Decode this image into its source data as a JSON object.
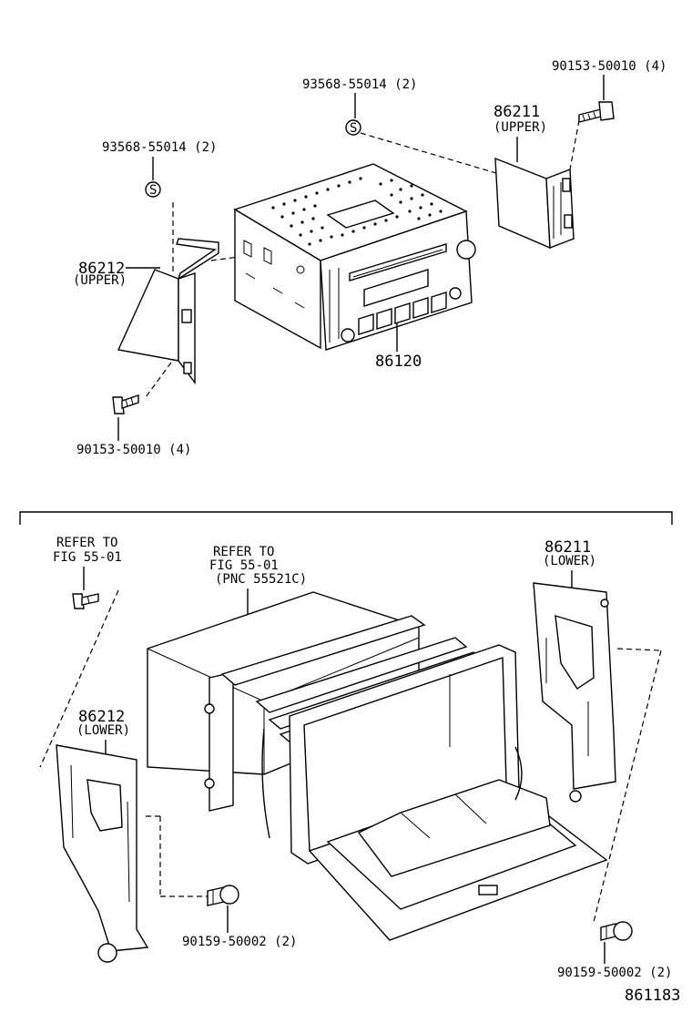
{
  "labels": {
    "bolt_upper_right": "90153-50010 (4)",
    "clip_upper_mid": "93568-55014 (2)",
    "bracket_upper_right_pn": "86211",
    "bracket_upper_right_sub": "(UPPER)",
    "clip_upper_left": "93568-55014 (2)",
    "bracket_upper_left_pn": "86212",
    "bracket_upper_left_sub": "(UPPER)",
    "radio_pn": "86120",
    "bolt_upper_left": "90153-50010 (4)",
    "refer_left_1": "REFER TO",
    "refer_left_2": "FIG 55-01",
    "refer_mid_1": "REFER TO",
    "refer_mid_2": "FIG 55-01",
    "refer_mid_3": "(PNC 55521C)",
    "bracket_lower_right_pn": "86211",
    "bracket_lower_right_sub": "(LOWER)",
    "bracket_lower_left_pn": "86212",
    "bracket_lower_left_sub": "(LOWER)",
    "screw_lower_left": "90159-50002 (2)",
    "screw_lower_right": "90159-50002 (2)",
    "clip_symbol": "S",
    "figure_number": "861183"
  }
}
